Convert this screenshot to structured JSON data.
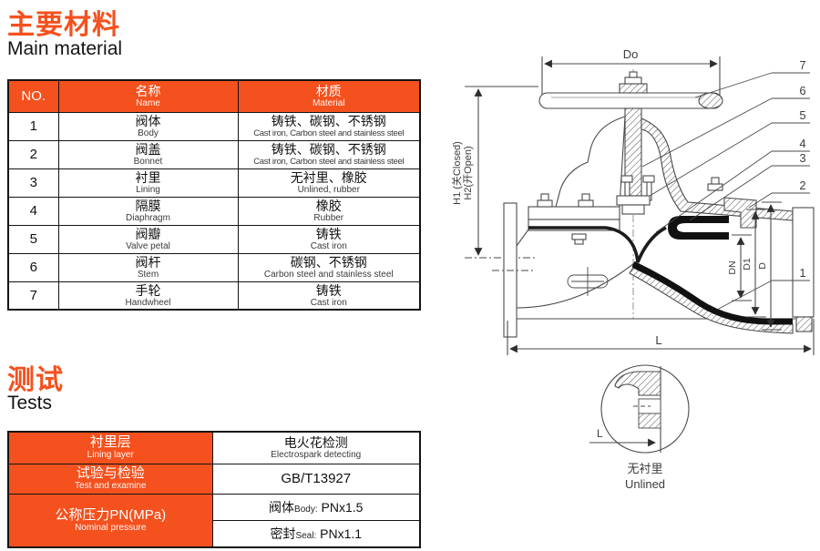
{
  "colors": {
    "accent": "#f4511e",
    "table_border": "#141414",
    "line": "#4a4a4a",
    "lining": "#111111"
  },
  "sections": {
    "main_material": {
      "title_cn": "主要材料",
      "title_en": "Main material"
    },
    "tests": {
      "title_cn": "测试",
      "title_en": "Tests"
    }
  },
  "material_table": {
    "headers": {
      "no": "NO.",
      "name_cn": "名称",
      "name_en": "Name",
      "material_cn": "材质",
      "material_en": "Material"
    },
    "rows": [
      {
        "no": "1",
        "name_cn": "阀体",
        "name_en": "Body",
        "material_cn": "铸铁、碳钢、不锈钢",
        "material_en": "Cast iron, Carbon steel and stainless steel"
      },
      {
        "no": "2",
        "name_cn": "阀盖",
        "name_en": "Bonnet",
        "material_cn": "铸铁、碳钢、不锈钢",
        "material_en": "Cast iron, Carbon steel and stainless steel"
      },
      {
        "no": "3",
        "name_cn": "衬里",
        "name_en": "Lining",
        "material_cn": "无衬里、橡胶",
        "material_en": "Unlined, rubber"
      },
      {
        "no": "4",
        "name_cn": "隔膜",
        "name_en": "Diaphragm",
        "material_cn": "橡胶",
        "material_en": "Rubber"
      },
      {
        "no": "5",
        "name_cn": "阀瓣",
        "name_en": "Valve petal",
        "material_cn": "铸铁",
        "material_en": "Cast iron"
      },
      {
        "no": "6",
        "name_cn": "阀杆",
        "name_en": "Stem",
        "material_cn": "碳钢、不锈钢",
        "material_en": "Carbon steel and stainless steel"
      },
      {
        "no": "7",
        "name_cn": "手轮",
        "name_en": "Handwheel",
        "material_cn": "铸铁",
        "material_en": "Cast iron"
      }
    ]
  },
  "tests_table": {
    "row1": {
      "label_cn": "衬里层",
      "label_en": "Lining layer",
      "value_cn": "电火花检测",
      "value_en": "Electrospark detecting"
    },
    "row2": {
      "label_cn": "试验与检验",
      "label_en": "Test and examine",
      "value": "GB/T13927"
    },
    "row3": {
      "label_cn": "公称压力PN(MPa)",
      "label_en": "Nominal pressure",
      "body": {
        "cn": "阀体",
        "en": "Body:",
        "value": "PNx1.5"
      },
      "seal": {
        "cn": "密封",
        "en": "Seal:",
        "value": "PNx1.1"
      }
    }
  },
  "diagram": {
    "dims": {
      "do": "Do",
      "h1": "H1 (关Closed)",
      "h2": "H2(开Open)",
      "dn": "DN",
      "d1": "D1",
      "d": "D",
      "l": "L",
      "detail_l": "L"
    },
    "callouts": [
      "7",
      "6",
      "5",
      "4",
      "3",
      "2",
      "1"
    ],
    "detail": {
      "caption_cn": "无衬里",
      "caption_en": "Unlined"
    }
  }
}
